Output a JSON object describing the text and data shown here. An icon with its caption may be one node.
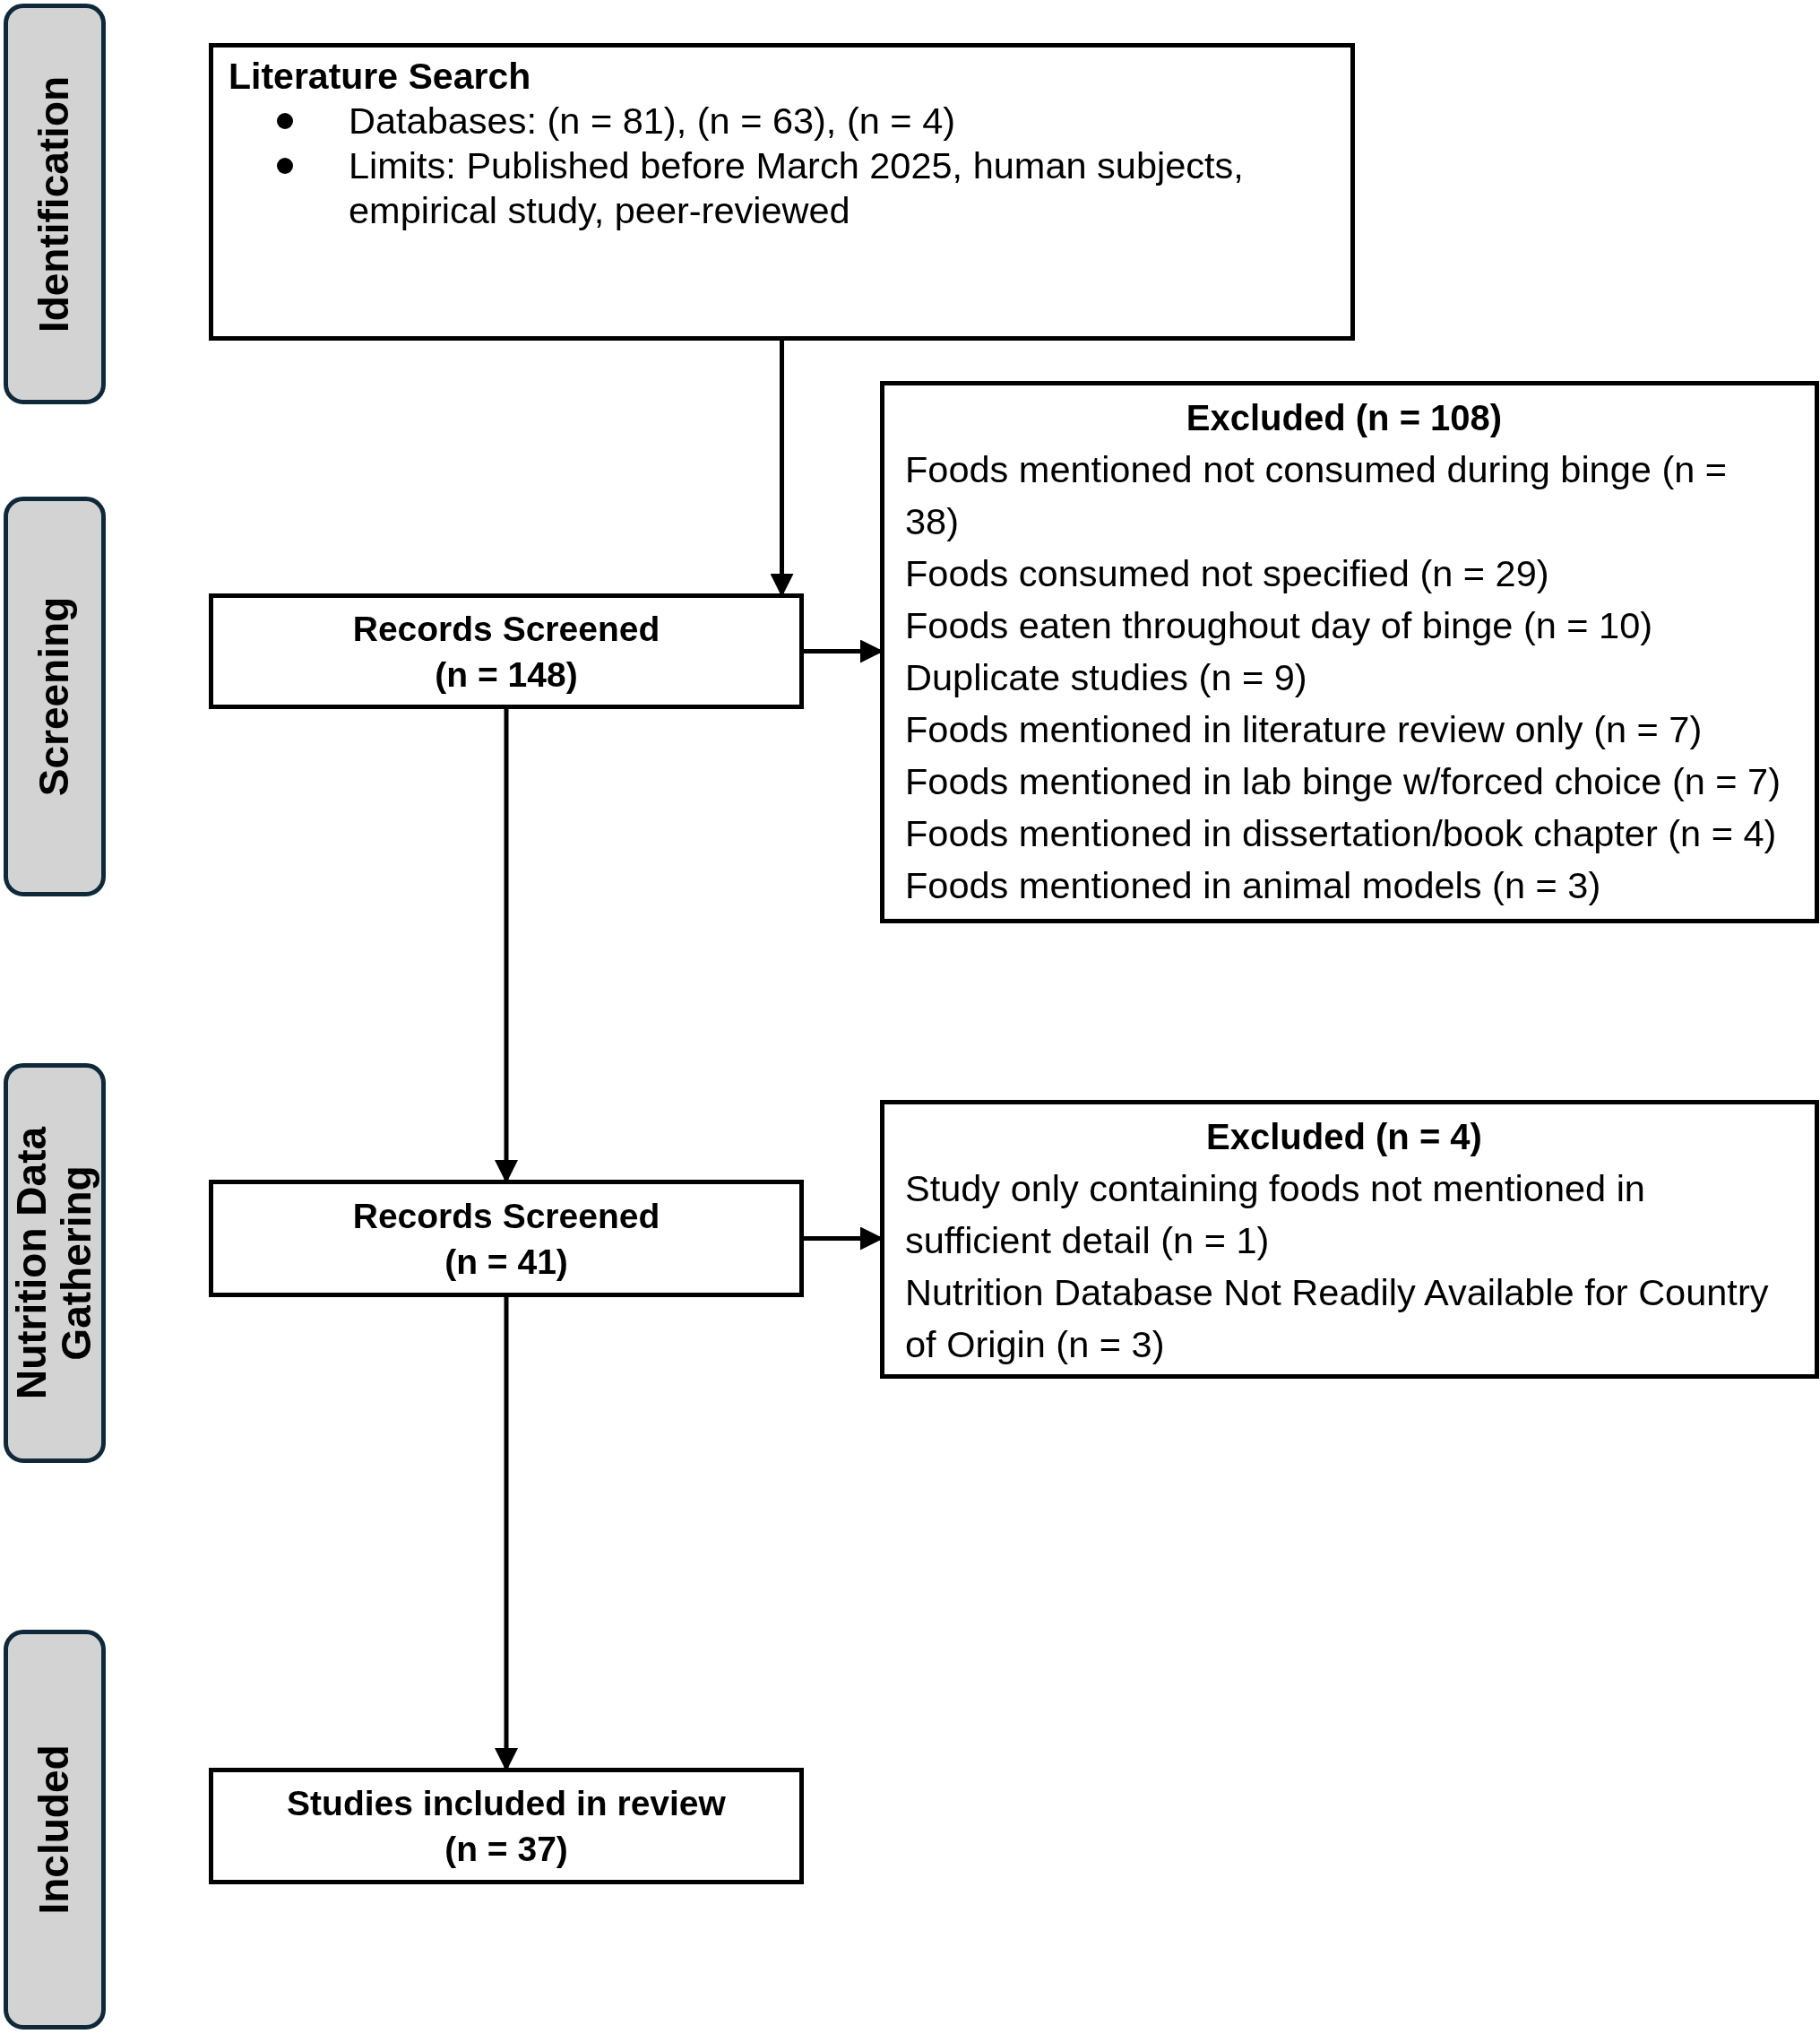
{
  "diagram": {
    "nodes": [
      {
        "text": [
          "Identification"
        ]
      },
      {
        "text": [
          "Screening"
        ]
      },
      {
        "text": [
          "Nutrition Data Gathering"
        ]
      },
      {
        "text": [
          "Included"
        ]
      },
      {
        "text": [
          "Literature Search",
          "Databases: (n = 81), (n = 63), (n = 4)",
          "Limits: Published before March 2025, human subjects, empirical study, peer-reviewed"
        ]
      },
      {
        "text": [
          "Records Screened",
          "(n = 148)"
        ]
      },
      {
        "text": [
          "Excluded (n = 108)",
          "Foods mentioned not consumed during binge (n = 38)",
          "Foods consumed not specified (n = 29)",
          "Foods eaten throughout day of binge (n = 10)",
          "Duplicate studies (n = 9)",
          "Foods mentioned in literature review only (n = 7)",
          "Foods mentioned in lab binge w/forced choice (n = 7)",
          "Foods mentioned in dissertation/book chapter (n = 4)",
          "Foods mentioned in animal models (n = 3)"
        ]
      },
      {
        "text": [
          "Records Screened",
          "(n = 41)"
        ]
      },
      {
        "text": [
          "Excluded (n = 4)",
          "Study only containing foods not mentioned in sufficient detail (n = 1)",
          "Nutrition Database Not Readily Available for Country of Origin (n = 3)"
        ]
      },
      {
        "text": [
          "Studies included in review",
          "(n = 37)"
        ]
      }
    ],
    "edges": [
      {
        "from": 4,
        "to": 5,
        "arrow": "to"
      },
      {
        "from": 5,
        "to": 6,
        "arrow": "to"
      },
      {
        "from": 5,
        "to": 7,
        "arrow": "to"
      },
      {
        "from": 7,
        "to": 8,
        "arrow": "to"
      },
      {
        "from": 7,
        "to": 9,
        "arrow": "to"
      }
    ]
  }
}
